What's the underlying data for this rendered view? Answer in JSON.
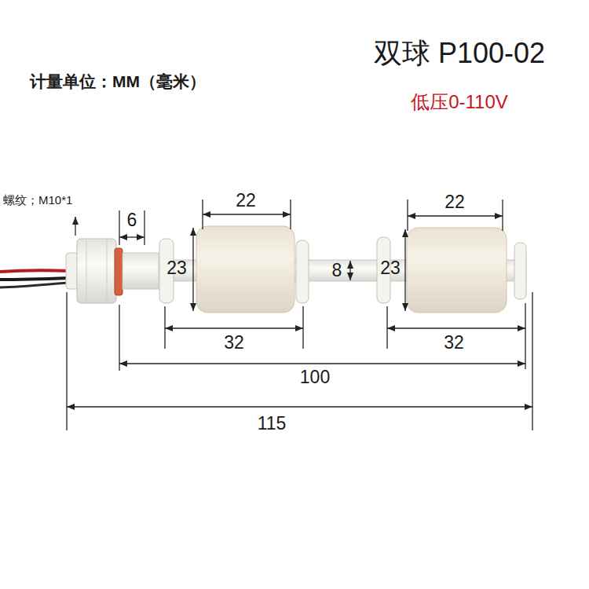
{
  "diagram": {
    "title": "双球 P100-02",
    "labels": [
      "计量单位：MM（毫米）",
      "低压0-110V",
      "螺纹；M10*1",
      "6",
      "22",
      "22",
      "23",
      "8",
      "23",
      "32",
      "32",
      "100",
      "115"
    ]
  }
}
